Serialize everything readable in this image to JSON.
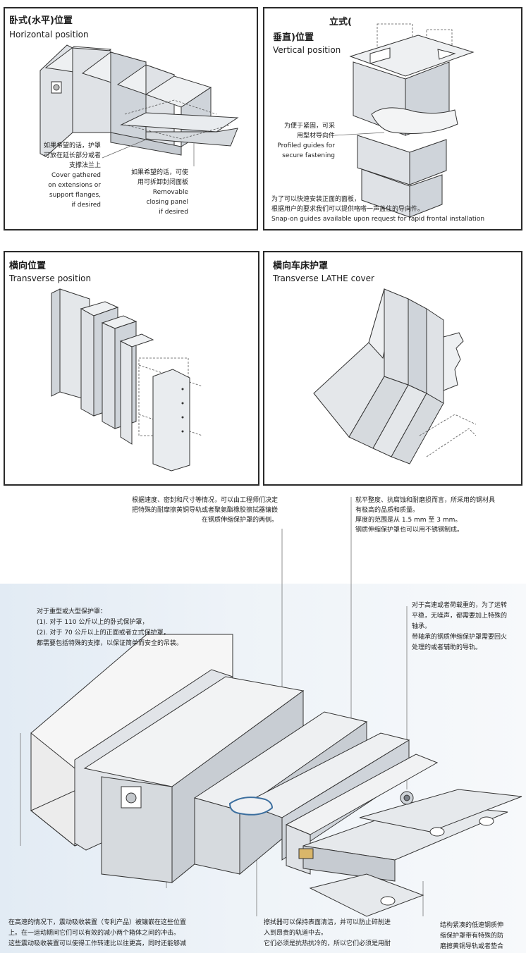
{
  "panels": {
    "horizontal": {
      "title_cn": "卧式(水平)位置",
      "title_en": "Horizontal position",
      "note_cover": [
        "如果希望的话，护罩",
        "可放在延长部分或者",
        "支撑法兰上",
        "Cover gathered",
        "on extensions or",
        "support flanges,",
        "if desired"
      ],
      "note_panel": [
        "如果希望的话，可使",
        "用可拆卸封闭面板",
        "Removable",
        "closing panel",
        "if desired"
      ]
    },
    "vertical": {
      "title_cn_1": "立式(",
      "title_cn_2": "垂直)位置",
      "title_en": "Vertical position",
      "note_guides": [
        "为便于紧固，可采",
        "用型材导向件",
        "Profiled guides for",
        "secure fastening"
      ],
      "note_snap": [
        "为了可以快速安装正面的面板，",
        "根据用户的要求我们可以提供咯嗒一声盖住的导向件。",
        "Snap-on guides available upon request for rapid frontal installation"
      ]
    },
    "transverse": {
      "title_cn": "横向位置",
      "title_en": "Transverse position"
    },
    "lathe": {
      "title_cn": "横向车床护罩",
      "title_en": "Transverse LATHE cover"
    }
  },
  "bottom": {
    "note_wiper": [
      "根据速度、密封和尺寸等情况，可以由工程师们决定",
      "把特殊的耐摩擦黄铜导轨或者聚氨酯橡胶擦拭器镶嵌",
      "在钢质伸缩保护罩的两侧。"
    ],
    "note_steel": [
      "就平整度、抗腐蚀和耐磨损而言，所采用的钢材具",
      "有极高的品质和质量。",
      "厚度的范围是从 1.5 mm 至 3 mm。",
      "钢质伸缩保护罩也可以用不锈钢制成。"
    ],
    "note_heavy": [
      "对于重型或大型保护罩：",
      "(1). 对于 110 公斤以上的卧式保护罩，",
      "(2). 对于 70 公斤以上的正面或者立式保护罩，",
      "都需要包括特殊的支撑，以保证简单而安全的吊装。"
    ],
    "note_bearing": [
      "对于高速或者荷载重的，为了运转",
      "平稳，无噪声，都需要加上特殊的",
      "轴承。",
      "带轴承的钢质伸缩保护罩需要回火",
      "处理的或者辅助的导轨。"
    ],
    "note_shock": [
      "在高速的情况下，震动吸收装置（专利产品）被镶嵌在这些位置",
      "上。在一运动期间它们可以有效的减小两个箱体之间的冲击。",
      "这些震动吸收装置可以使得工作转速比以往更高，同时还能够减"
    ],
    "note_scraper": [
      "擦拭器可以保持表面清洁，并可以防止碎削进",
      "入到昂贵的轨道中去。",
      "它们必须是抗热抗冷的，所以它们必须是用耐"
    ],
    "note_compact": [
      "结构紧凑的低速钢质伸",
      "缩保护罩带有特殊的防",
      "磨擦黄铜导轨或者垫合"
    ]
  },
  "colors": {
    "frame": "#2a2a2a",
    "steel_light": "#dfe2e6",
    "steel_mid": "#c6cbd1",
    "band": "#e2ebf4",
    "leader": "#555555"
  }
}
